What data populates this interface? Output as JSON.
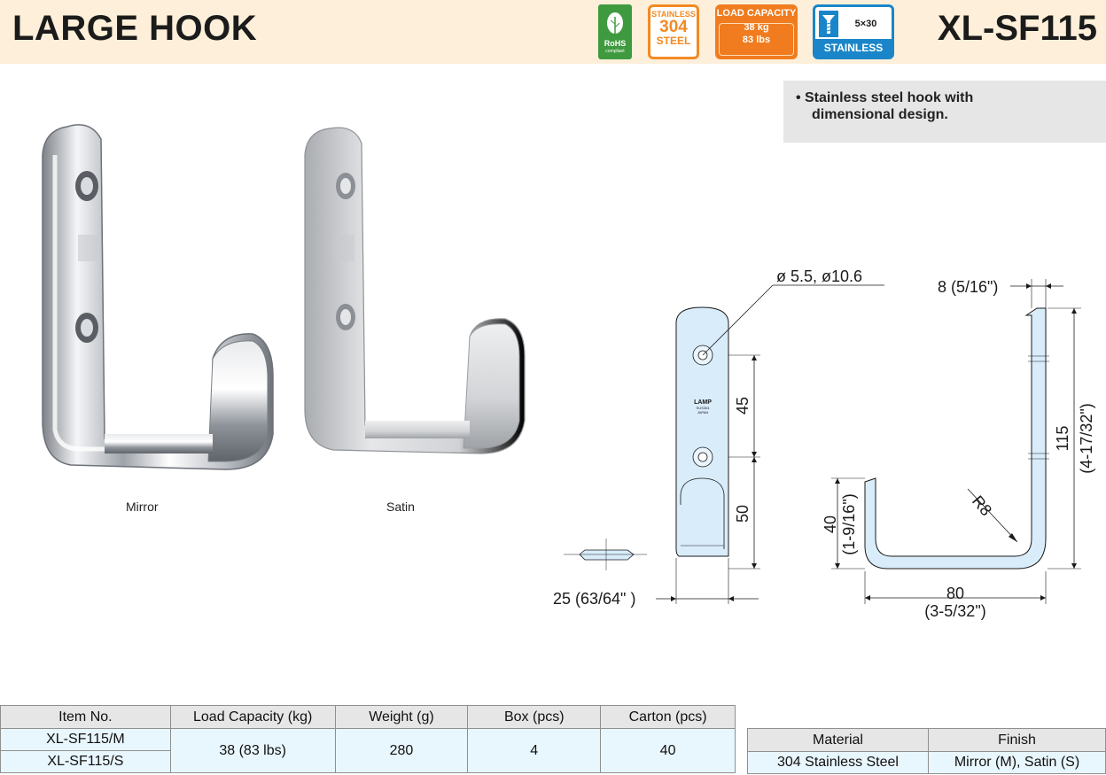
{
  "header": {
    "title": "LARGE HOOK",
    "model": "XL-SF115"
  },
  "badges": {
    "rohs": {
      "label": "RoHS",
      "sub": "compliant",
      "icon": "leaf-icon",
      "color": "#3f9a3f"
    },
    "steel": {
      "line1": "STAINLESS",
      "line2": "304",
      "line3": "STEEL",
      "color": "#f28a24"
    },
    "load": {
      "line1": "LOAD CAPACITY",
      "line2": "38 kg",
      "line3": "83 lbs",
      "color": "#f07c1f"
    },
    "screw": {
      "size": "5×30",
      "material": "STAINLESS",
      "icon": "screw-icon",
      "color": "#1a86c9"
    }
  },
  "feature": {
    "bullet": "•",
    "line1": "Stainless steel hook with",
    "line2": "dimensional design."
  },
  "photos": {
    "mirror_caption": "Mirror",
    "satin_caption": "Satin"
  },
  "dimensions": {
    "hole": "ø 5.5,  ø10.6",
    "thickness": "8 (5/16\")",
    "width": "25 (63/64\" )",
    "hole_spacing": "45",
    "lower_spacing": "50",
    "height": "115",
    "height_in": "(4-17/32\")",
    "radius": "R8",
    "depth": "40",
    "depth_in": "(1-9/16\")",
    "length": "80",
    "length_in": "(3-5/32\")",
    "engraving": [
      "LAMP",
      "SUS304",
      "JAPAN"
    ]
  },
  "spec_table": {
    "headers": [
      "Item No.",
      "Load Capacity (kg)",
      "Weight (g)",
      "Box (pcs)",
      "Carton (pcs)"
    ],
    "items": [
      "XL-SF115/M",
      "XL-SF115/S"
    ],
    "load": "38 (83 lbs)",
    "weight": "280",
    "box": "4",
    "carton": "40"
  },
  "material_table": {
    "headers": [
      "Material",
      "Finish"
    ],
    "material": "304 Stainless Steel",
    "finish": "Mirror (M), Satin (S)"
  }
}
